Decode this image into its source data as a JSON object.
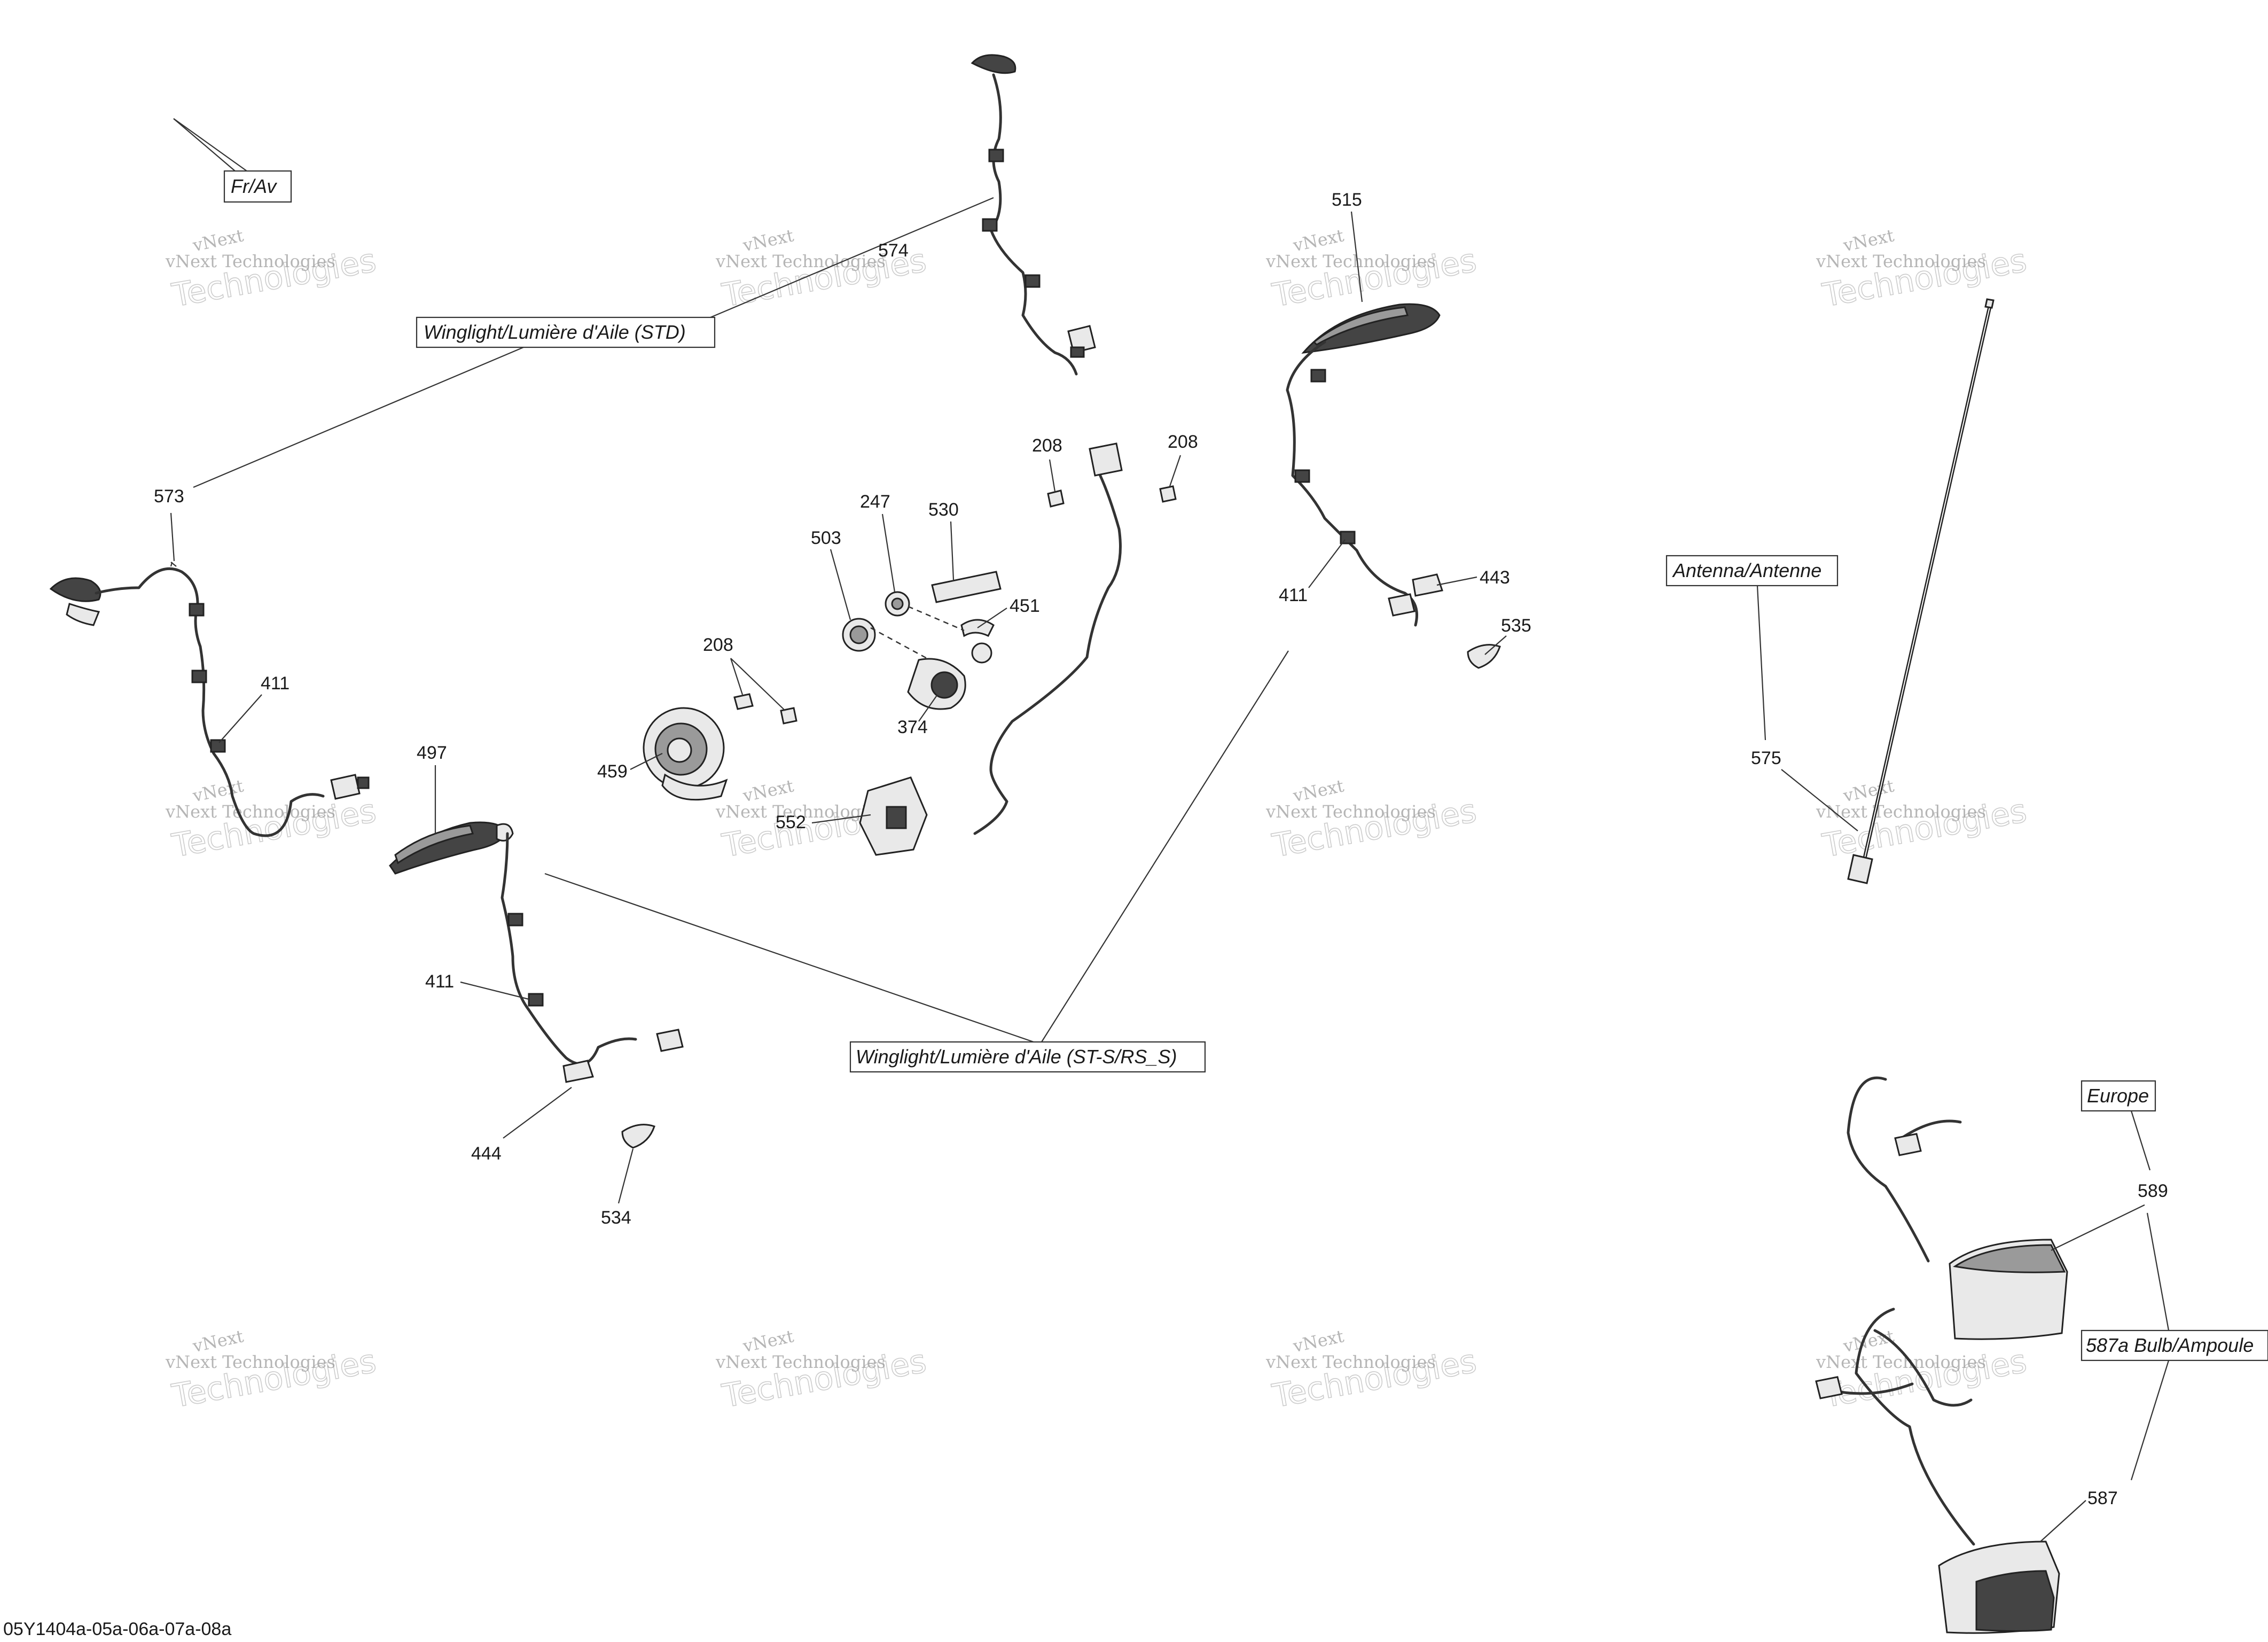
{
  "diagram_code": "05Y1404a-05a-06a-07a-08a",
  "boxed_labels": {
    "front": "Fr/Av",
    "winglight_std": "Winglight/Lumière d'Aile (STD)",
    "winglight_st_s": "Winglight/Lumière d'Aile (ST-S/RS_S)",
    "antenna": "Antenna/Antenne",
    "europe": "Europe",
    "bulb": "587a Bulb/Ampoule"
  },
  "part_numbers": {
    "p574": "574",
    "p573": "573",
    "p411_left": "411",
    "p497": "497",
    "p411_mid": "411",
    "p444": "444",
    "p534": "534",
    "p208_a": "208",
    "p459": "459",
    "p503": "503",
    "p247": "247",
    "p530": "530",
    "p451": "451",
    "p374": "374",
    "p552": "552",
    "p208_b": "208",
    "p208_c": "208",
    "p515": "515",
    "p411_right": "411",
    "p443": "443",
    "p535": "535",
    "p575": "575",
    "p589": "589",
    "p587": "587"
  },
  "watermark": {
    "line1": "vNext Technologies",
    "line2": "Technologies",
    "line3": "vNext"
  }
}
